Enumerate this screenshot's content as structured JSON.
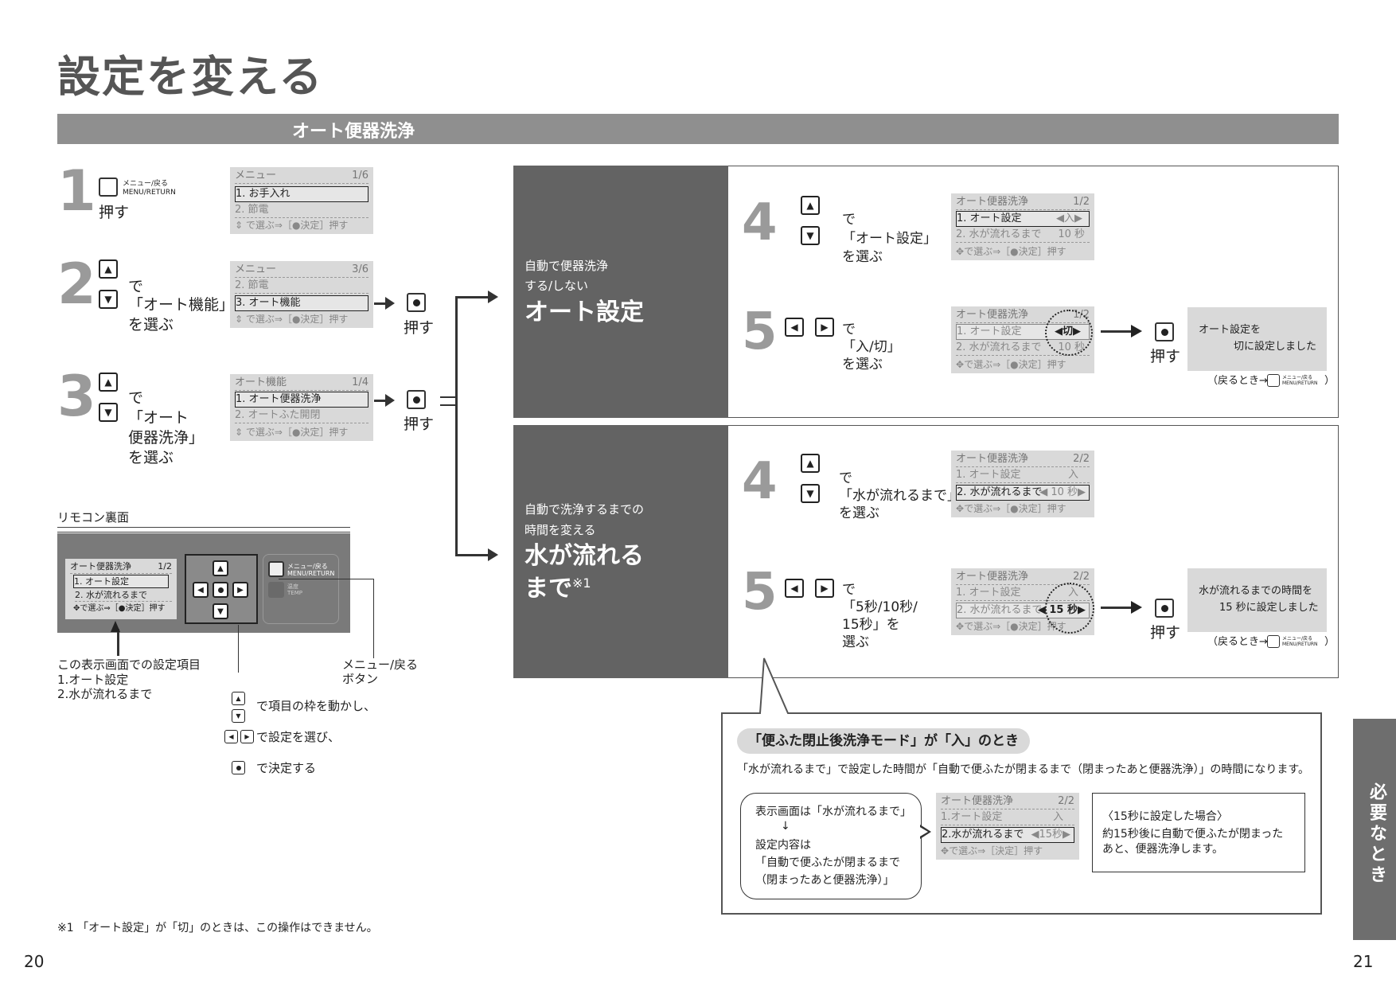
{
  "page": {
    "title": "設定を変える",
    "section": "オート便器洗浄",
    "page_left": "20",
    "page_right": "21",
    "side_tab": "必要なとき",
    "footnote": "※1 「オート設定」が「切」のときは、この操作はできません。"
  },
  "common": {
    "press": "押す",
    "de": "で",
    "menu_btn_jp": "メニュー/戻る",
    "menu_btn_en": "MENU/RETURN",
    "lcd_footer": "で選ぶ⇒［●決定］押す"
  },
  "step1": {
    "num": "1",
    "lcd": {
      "header": "メニュー",
      "page": "1/6",
      "row1": "1. お手入れ",
      "row2": "2. 節電"
    }
  },
  "step2": {
    "num": "2",
    "text1": "「オート機能」",
    "text2": "を選ぶ",
    "lcd": {
      "header": "メニュー",
      "page": "3/6",
      "row1": "2. 節電",
      "row2": "3. オート機能"
    }
  },
  "step3": {
    "num": "3",
    "text1": "「オート",
    "text2": "便器洗浄」",
    "text3": "を選ぶ",
    "lcd": {
      "header": "オート機能",
      "page": "1/4",
      "row1": "1. オート便器洗浄",
      "row2": "2. オートふた開閉"
    }
  },
  "remote": {
    "label": "リモコン裏面",
    "lcd_header": "オート便器洗浄",
    "lcd_page": "1/2",
    "lcd_row1": "1. オート設定",
    "lcd_row2": "2. 水が流れるまで",
    "lcd_footer": "で選ぶ⇒［●決定］押す",
    "temp_jp": "温度",
    "temp_en": "TEMP",
    "caption1": "この表示画面での設定項目",
    "caption2": "1.オート設定",
    "caption3": "2.水が流れるまで",
    "btn_caption1": "メニュー/戻る",
    "btn_caption2": "ボタン",
    "legend1": "で項目の枠を動かし、",
    "legend2": "で設定を選び、",
    "legend3": "で決定する"
  },
  "panelA": {
    "desc1": "自動で便器洗浄",
    "desc2": "する/しない",
    "big": "オート設定",
    "step4": {
      "num": "4",
      "text1": "「オート設定」",
      "text2": "を選ぶ",
      "lcd": {
        "header": "オート便器洗浄",
        "page": "1/2",
        "row1": "1. オート設定",
        "row1val": "◀入▶",
        "row2": "2. 水が流れるまで",
        "row2val": "10 秒"
      }
    },
    "step5": {
      "num": "5",
      "text1": "「入/切」",
      "text2": "を選ぶ",
      "lcd": {
        "header": "オート便器洗浄",
        "page": "1/2",
        "row1": "1. オート設定",
        "row1val": "◀切▶",
        "row2": "2. 水が流れるまで",
        "row2val": "10 秒"
      },
      "msg1": "オート設定を",
      "msg2": "切に設定しました",
      "back": "（戻るとき→"
    }
  },
  "panelB": {
    "desc1": "自動で洗浄するまでの",
    "desc2": "時間を変える",
    "big1": "水が流れる",
    "big2": "まで",
    "big_sup": "※1",
    "step4": {
      "num": "4",
      "text1": "「水が流れるまで」",
      "text2": "を選ぶ",
      "lcd": {
        "header": "オート便器洗浄",
        "page": "2/2",
        "row1": "1. オート設定",
        "row1val": "入",
        "row2": "2. 水が流れるまで",
        "row2val": "◀ 10 秒▶"
      }
    },
    "step5": {
      "num": "5",
      "text1": "「5秒/10秒/",
      "text2": "15秒」を",
      "text3": "選ぶ",
      "lcd": {
        "header": "オート便器洗浄",
        "page": "2/2",
        "row1": "1. オート設定",
        "row1val": "入",
        "row2": "2. 水が流れるまで",
        "row2val": "◀ 15 秒▶"
      },
      "msg1": "水が流れるまでの時間を",
      "msg2": "15 秒に設定しました",
      "back": "（戻るとき→"
    }
  },
  "note": {
    "heading": "「便ふた閉止後洗浄モード」が「入」のとき",
    "body": "「水が流れるまで」で設定した時間が「自動で便ふたが閉まるまで（閉まったあと便器洗浄）」の時間になります。",
    "bubble1": "表示画面は「水が流れるまで」",
    "bubble_arrow": "↓",
    "bubble2": "設定内容は",
    "bubble3": "「自動で便ふたが閉まるまで",
    "bubble4": "（閉まったあと便器洗浄）」",
    "lcd": {
      "header": "オート便器洗浄",
      "page": "2/2",
      "row1": "1.オート設定",
      "row1val": "入",
      "row2": "2.水が流れるまで",
      "row2val": "◀15秒▶",
      "footer": "で選ぶ⇒［決定］押す"
    },
    "example1": "〈15秒に設定した場合〉",
    "example2": "約15秒後に自動で便ふたが閉まった",
    "example3": "あと、便器洗浄します。"
  }
}
